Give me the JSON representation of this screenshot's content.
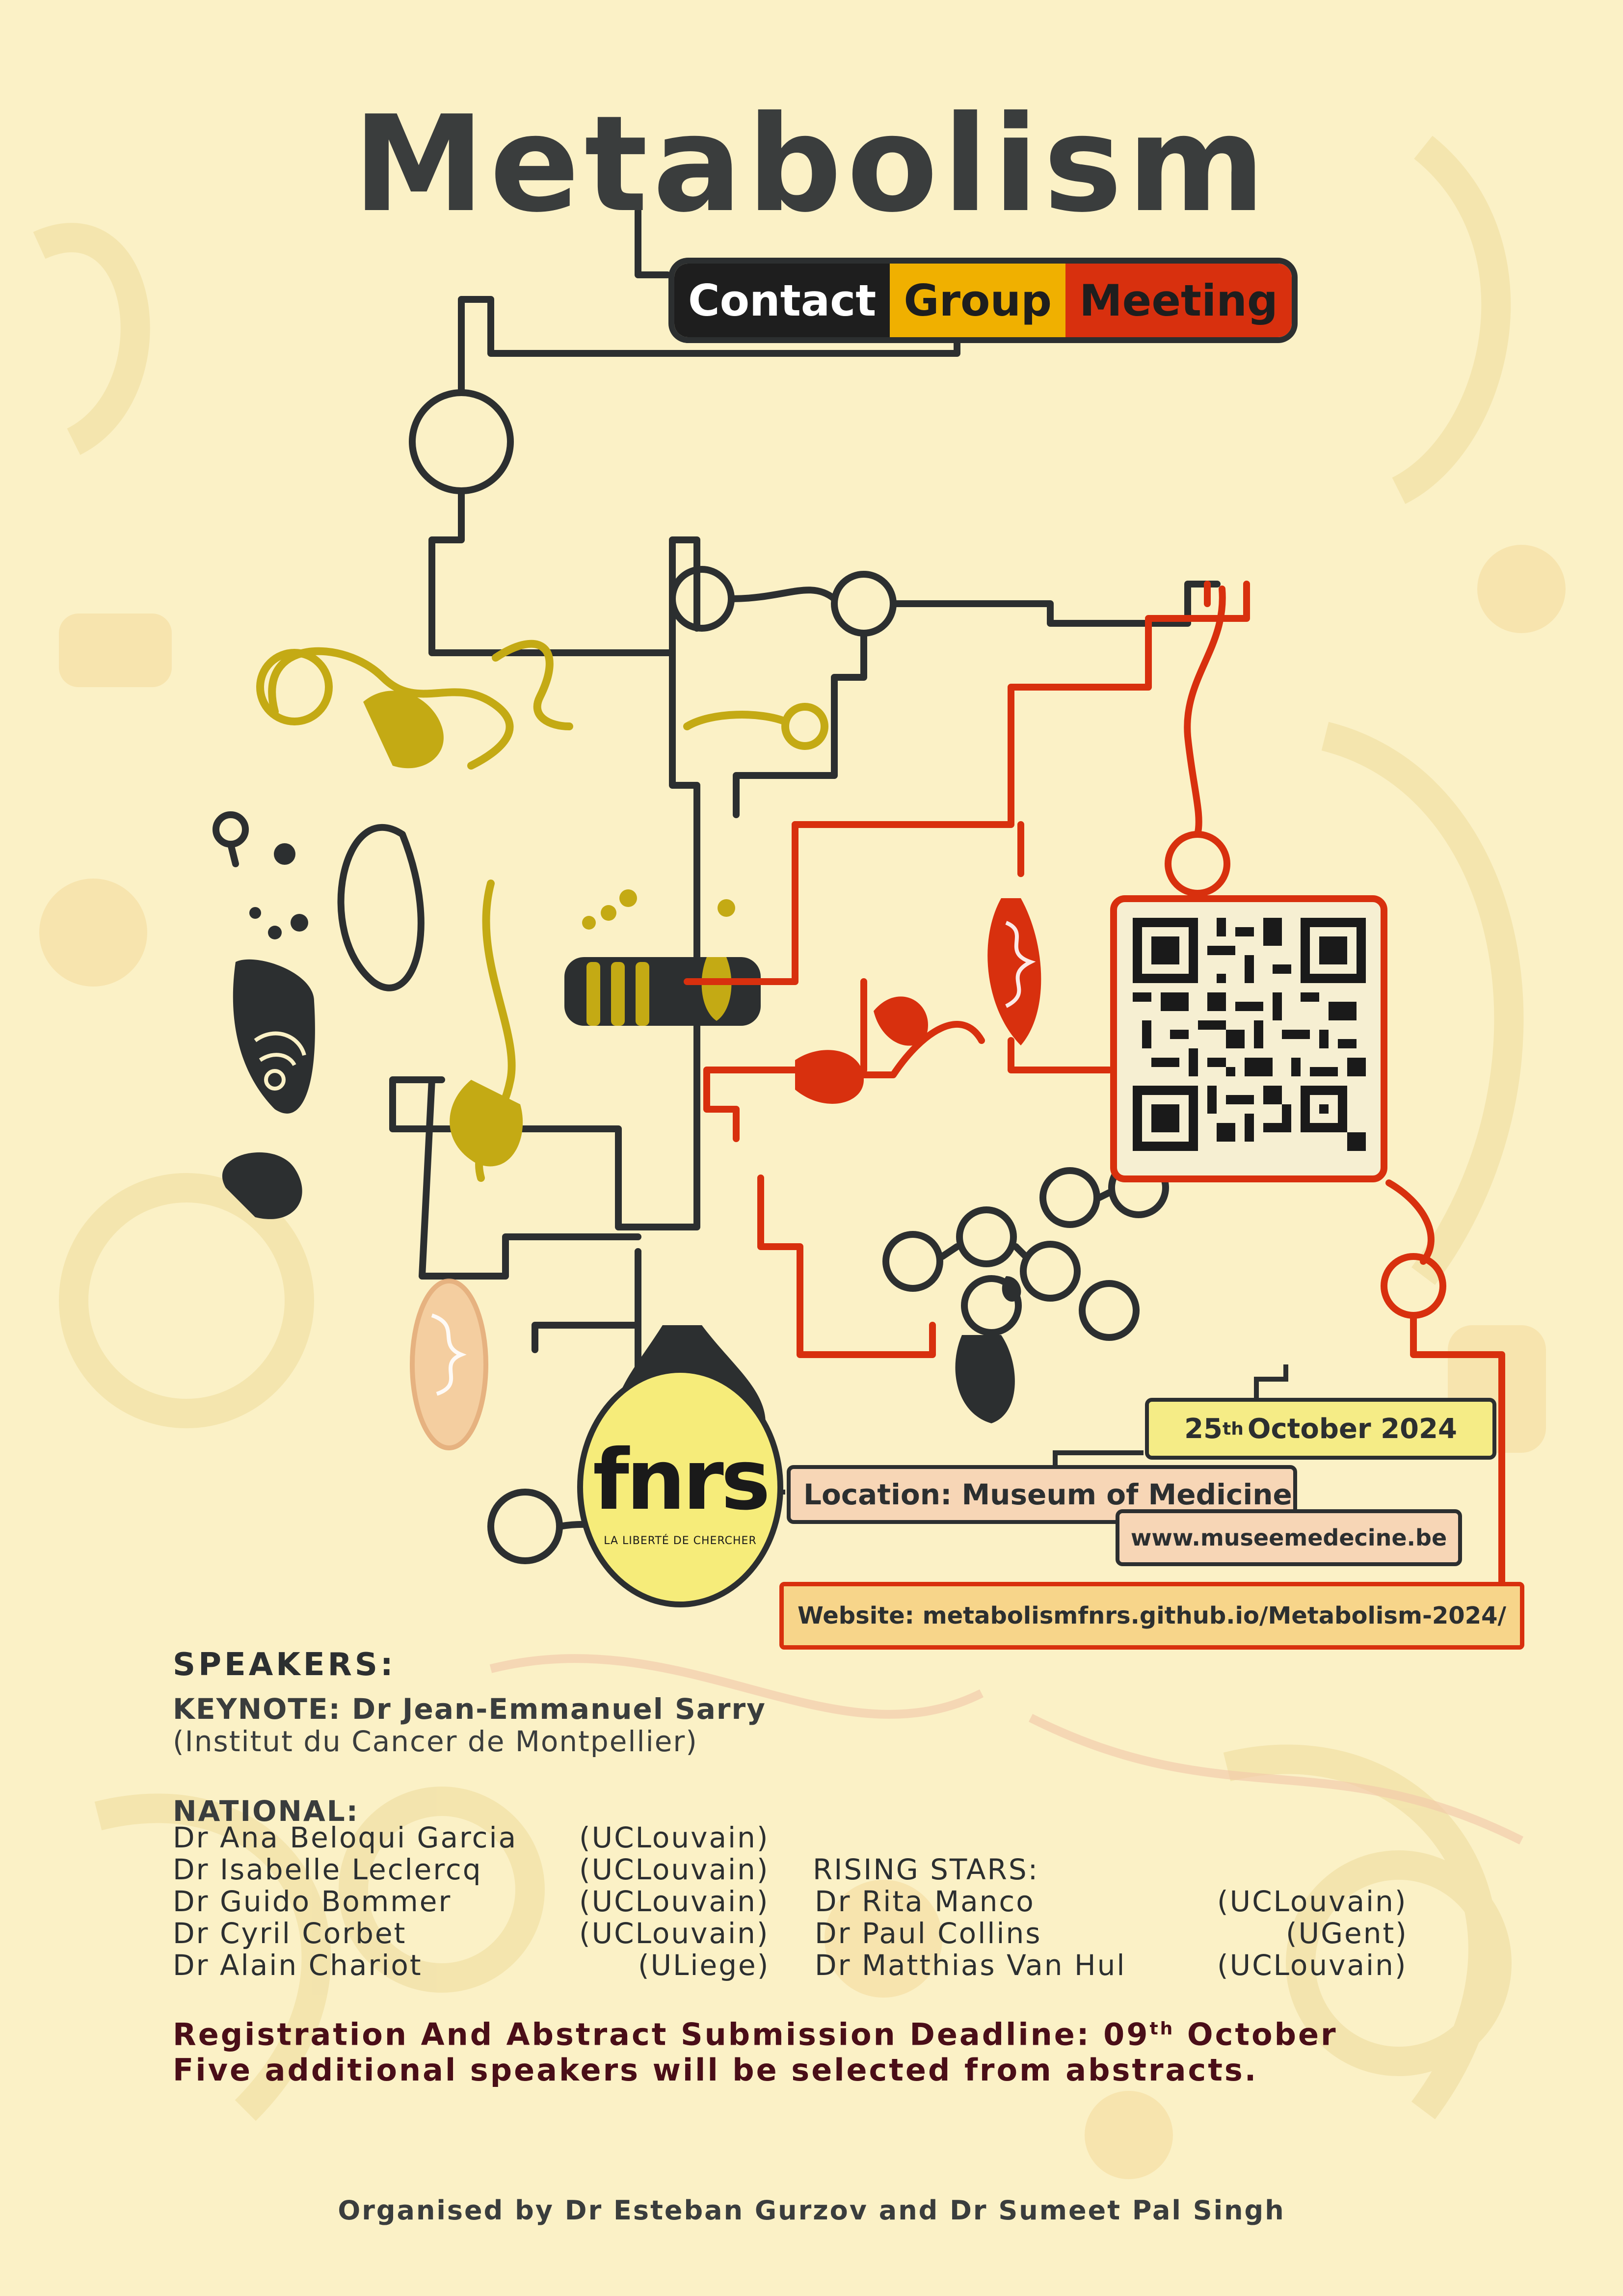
{
  "header": {
    "title": "Metabolism",
    "subtitle_parts": [
      "Contact",
      "Group",
      "Meeting"
    ]
  },
  "info": {
    "date_day": "25",
    "date_suffix": "th",
    "date_rest": "October 2024",
    "location": "Location: Museum of Medicine",
    "location_url": "www.museemedecine.be",
    "website": "Website: metabolismfnrs.github.io/Metabolism-2024/"
  },
  "logo": {
    "word": "fnrs",
    "tagline": "LA LIBERTÉ DE CHERCHER"
  },
  "speakers": {
    "heading": "SPEAKERS:",
    "keynote_line1": "KEYNOTE: Dr Jean-Emmanuel Sarry",
    "keynote_line2": "(Institut du Cancer de Montpellier)",
    "national_heading": "NATIONAL:",
    "national": [
      {
        "name": "Dr Ana Beloqui Garcia",
        "affiliation": "(UCLouvain)"
      },
      {
        "name": "Dr Isabelle Leclercq",
        "affiliation": "(UCLouvain)"
      },
      {
        "name": "Dr Guido Bommer",
        "affiliation": "(UCLouvain)"
      },
      {
        "name": "Dr Cyril Corbet",
        "affiliation": "(UCLouvain)"
      },
      {
        "name": "Dr Alain Chariot",
        "affiliation": "(ULiege)"
      }
    ],
    "rising_heading": "RISING STARS:",
    "rising": [
      {
        "name": "Dr Rita Manco",
        "affiliation": "(UCLouvain)"
      },
      {
        "name": "Dr Paul Collins",
        "affiliation": "(UGent)"
      },
      {
        "name": "Dr Matthias Van Hul",
        "affiliation": "(UCLouvain)"
      }
    ]
  },
  "deadline": {
    "line1_a": "Registration And Abstract Submission Deadline: 09",
    "line1_sup": "th",
    "line1_b": " October",
    "line2": "Five additional speakers will be selected from abstracts."
  },
  "footer": {
    "organised": "Organised by Dr Esteban Gurzov and Dr Sumeet Pal Singh"
  },
  "colors": {
    "background": "#fbf1c6",
    "black": "#2c2f30",
    "yellow": "#f0b000",
    "red": "#d8300e",
    "olive": "#c4aa14"
  },
  "icons": [
    "qr-code-icon",
    "cell-network-illustration",
    "mitochondria-icon",
    "molecule-icon"
  ]
}
